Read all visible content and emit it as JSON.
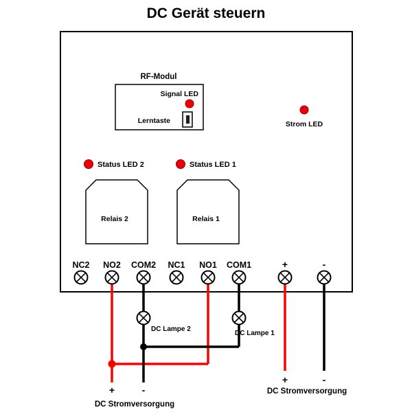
{
  "title": "DC Gerät steuern",
  "device": {
    "rf_module": {
      "label": "RF-Modul",
      "signal_led": "Signal LED",
      "learn_button": "Lerntaste"
    },
    "power_led": "Strom LED",
    "status_led_2": "Status LED 2",
    "status_led_1": "Status LED 1",
    "relay_2": "Relais 2",
    "relay_1": "Relais 1",
    "terminals": [
      "NC2",
      "NO2",
      "COM2",
      "NC1",
      "NO1",
      "COM1",
      "+",
      "-"
    ]
  },
  "wiring": {
    "lamp_2": "DC Lampe 2",
    "lamp_1": "DC Lampe 1",
    "supply_left": {
      "plus": "+",
      "minus": "-",
      "label": "DC Stromversorgung"
    },
    "supply_right": {
      "plus": "+",
      "minus": "-",
      "label": "DC Stromversorgung"
    }
  },
  "colors": {
    "wire_positive": "#ff0000",
    "wire_negative": "#000000",
    "led_red": "#e8000d",
    "outline": "#000000"
  }
}
